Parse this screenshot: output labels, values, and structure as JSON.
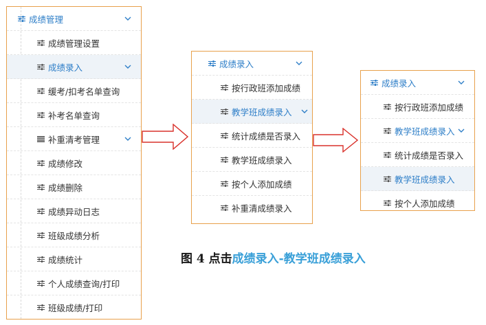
{
  "colors": {
    "accent": "#2f7fc8",
    "panel_border": "#e8a04a",
    "arrow": "#d9302a",
    "caption_highlight": "#3aa0d8"
  },
  "panel1": {
    "header": {
      "label": "成绩管理",
      "icon": "sliders-icon"
    },
    "items": [
      {
        "label": "成绩管理设置",
        "icon": "sliders-icon"
      },
      {
        "label": "成绩录入",
        "icon": "sliders-icon",
        "expandable": true,
        "active": true
      },
      {
        "label": "缓考/扣考名单查询",
        "icon": "sliders-icon"
      },
      {
        "label": "补考名单查询",
        "icon": "sliders-icon"
      },
      {
        "label": "补重清考管理",
        "icon": "list-icon",
        "expandable": true
      },
      {
        "label": "成绩修改",
        "icon": "sliders-icon"
      },
      {
        "label": "成绩删除",
        "icon": "sliders-icon"
      },
      {
        "label": "成绩异动日志",
        "icon": "sliders-icon"
      },
      {
        "label": "班级成绩分析",
        "icon": "sliders-icon"
      },
      {
        "label": "成绩统计",
        "icon": "sliders-icon"
      },
      {
        "label": "个人成绩查询/打印",
        "icon": "sliders-icon"
      },
      {
        "label": "班级成绩/打印",
        "icon": "sliders-icon"
      }
    ]
  },
  "panel2": {
    "header": {
      "label": "成绩录入",
      "icon": "sliders-icon"
    },
    "items": [
      {
        "label": "按行政班添加成绩",
        "icon": "sliders-icon"
      },
      {
        "label": "教学班成绩录入",
        "icon": "sliders-icon",
        "expandable": true,
        "active": true
      },
      {
        "label": "统计成绩是否录入",
        "icon": "sliders-icon"
      },
      {
        "label": "教学班成绩录入",
        "icon": "sliders-icon"
      },
      {
        "label": "按个人添加成绩",
        "icon": "sliders-icon"
      },
      {
        "label": "补重清成绩录入",
        "icon": "sliders-icon"
      }
    ]
  },
  "panel3": {
    "header": {
      "label": "成绩录入",
      "icon": "sliders-icon"
    },
    "items": [
      {
        "label": "按行政班添加成绩",
        "icon": "sliders-icon"
      },
      {
        "label": "教学班成绩录入",
        "icon": "sliders-icon",
        "expandable": true
      },
      {
        "label": "统计成绩是否录入",
        "icon": "sliders-icon"
      },
      {
        "label": "教学班成绩录入",
        "icon": "sliders-icon",
        "active": true
      },
      {
        "label": "按个人添加成绩",
        "icon": "sliders-icon"
      }
    ]
  },
  "caption": {
    "prefix": "图 4  点击",
    "highlight": "成绩录入-教学班成绩录入"
  }
}
